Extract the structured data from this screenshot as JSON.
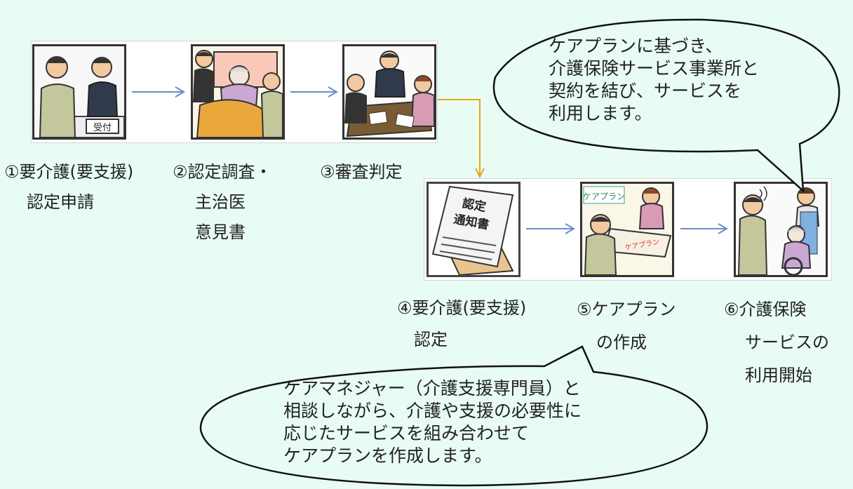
{
  "steps": [
    {
      "num": "①",
      "lines": [
        "要介護(要支援)",
        "認定申請"
      ]
    },
    {
      "num": "②",
      "lines": [
        "認定調査・",
        "主治医",
        "意見書"
      ]
    },
    {
      "num": "③",
      "lines": [
        "審査判定"
      ]
    },
    {
      "num": "④",
      "lines": [
        "要介護(要支援)",
        "認定"
      ]
    },
    {
      "num": "⑤",
      "lines": [
        "ケアプラン",
        "の作成"
      ]
    },
    {
      "num": "⑥",
      "lines": [
        "介護保険",
        "サービスの",
        "利用開始"
      ]
    }
  ],
  "illustrations": {
    "reception_sign": "受付",
    "notice_doc": [
      "認定",
      "通知書"
    ],
    "careplan_sign": "ケアプラン",
    "careplan_paper": "ケアプラン"
  },
  "bubbles": {
    "top": [
      "ケアプランに基づき、",
      "介護保険サービス事業所と",
      "契約を結び、サービスを",
      "利用します。"
    ],
    "bottom": [
      "ケアマネジャー（介護支援専門員）と",
      "相談しながら、介護や支援の必要性に",
      "応じたサービスを組み合わせて",
      "ケアプランを作成します。"
    ]
  },
  "colors": {
    "background": "#e9fcf3",
    "arrow": "#6a8dc4",
    "connector": "#e2a716"
  }
}
